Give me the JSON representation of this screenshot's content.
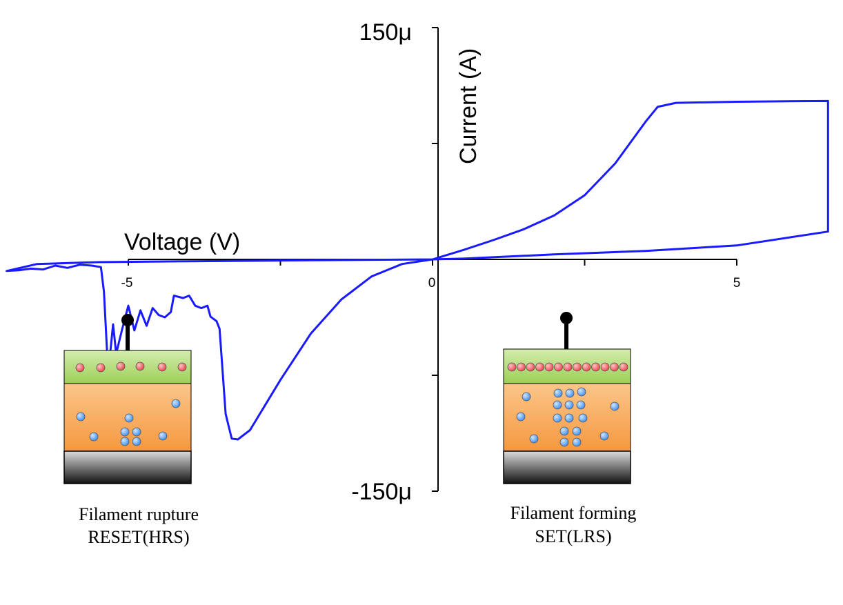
{
  "chart_data": {
    "type": "line",
    "title": "",
    "xlabel": "Voltage (V)",
    "ylabel": "Current (A)",
    "xlim": [
      -5,
      5
    ],
    "ylim": [
      -0.00015,
      0.00015
    ],
    "x_ticks": [
      -5,
      0,
      5
    ],
    "x_tick_labels": [
      "-5",
      "0",
      "5"
    ],
    "y_tick_labels": [
      "150μ",
      "-150μ"
    ],
    "grid": false,
    "legend": "none",
    "line_color": "#1a1aff",
    "series": [
      {
        "points": [
          [
            0,
            0
          ],
          [
            0.5,
            6e-06
          ],
          [
            1.0,
            1.25e-05
          ],
          [
            1.5,
            1.95e-05
          ],
          [
            2.0,
            2.85e-05
          ],
          [
            2.5,
            4.15e-05
          ],
          [
            3.0,
            6.2e-05
          ],
          [
            3.5,
            8.9e-05
          ],
          [
            3.7,
            9.87e-05
          ],
          [
            4.0,
            0.0001013
          ],
          [
            5.0,
            0.000102
          ],
          [
            6.0,
            0.0001024
          ],
          [
            6.5,
            0.0001025
          ],
          [
            6.5,
            1.8e-05
          ],
          [
            5.0,
            9e-06
          ],
          [
            3.5,
            5.5e-06
          ],
          [
            2.0,
            3.2e-06
          ],
          [
            0.5,
            5e-07
          ],
          [
            0,
            0
          ],
          [
            -0.5,
            -3e-06
          ],
          [
            -1.0,
            -1.1e-05
          ],
          [
            -1.5,
            -2.6e-05
          ],
          [
            -2.0,
            -4.8e-05
          ],
          [
            -2.5,
            -7.8e-05
          ],
          [
            -3.0,
            -0.0001105
          ],
          [
            -3.2,
            -0.0001165
          ],
          [
            -3.3,
            -0.000116
          ],
          [
            -3.4,
            -0.0001
          ],
          [
            -3.5,
            -4.5e-05
          ],
          [
            -3.55,
            -4e-05
          ],
          [
            -3.65,
            -3.7e-05
          ],
          [
            -3.7,
            -3e-05
          ],
          [
            -3.8,
            -3.15e-05
          ],
          [
            -3.9,
            -3e-05
          ],
          [
            -4.0,
            -2.35e-05
          ],
          [
            -4.1,
            -2.5e-05
          ],
          [
            -4.25,
            -2.35e-05
          ],
          [
            -4.3,
            -3.4e-05
          ],
          [
            -4.4,
            -3.75e-05
          ],
          [
            -4.5,
            -3.6e-05
          ],
          [
            -4.6,
            -3.15e-05
          ],
          [
            -4.7,
            -4.3e-05
          ],
          [
            -4.8,
            -3.3e-05
          ],
          [
            -4.9,
            -4.6e-05
          ],
          [
            -5.0,
            -3e-05
          ],
          [
            -5.1,
            -4.5e-05
          ],
          [
            -5.2,
            -6.1e-05
          ],
          [
            -5.25,
            -4.2e-05
          ],
          [
            -5.3,
            -6.2e-05
          ],
          [
            -5.35,
            -5.9e-05
          ],
          [
            -5.4,
            -2.1e-05
          ],
          [
            -5.45,
            -5e-06
          ],
          [
            -5.6,
            -4e-06
          ],
          [
            -5.8,
            -3.5e-06
          ],
          [
            -6.0,
            -5.5e-06
          ],
          [
            -6.2,
            -4e-06
          ],
          [
            -6.4,
            -6.5e-06
          ],
          [
            -6.6,
            -6e-06
          ],
          [
            -6.8,
            -7e-06
          ],
          [
            -7.0,
            -7.5e-06
          ],
          [
            -6.5,
            -3e-06
          ],
          [
            -5.5,
            -1.8e-06
          ],
          [
            -4.0,
            -1.2e-06
          ],
          [
            -2.0,
            -6e-07
          ],
          [
            0,
            0
          ]
        ]
      }
    ],
    "annotations": [
      "Filament rupture",
      "RESET(HRS)",
      "Filament forming",
      "SET(LRS)"
    ]
  },
  "insets": {
    "left": {
      "line1": "Filament rupture",
      "line2": "RESET(HRS)"
    },
    "right": {
      "line1": "Filament forming",
      "line2": "SET(LRS)"
    }
  }
}
